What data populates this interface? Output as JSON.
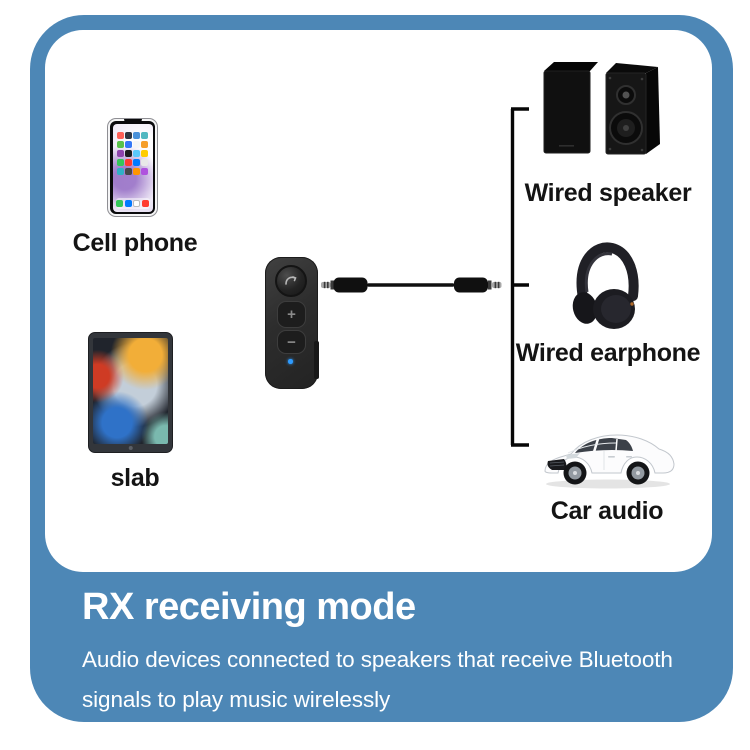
{
  "frame": {
    "accent_color": "#4d87b6"
  },
  "sources": {
    "cell_phone_label": "Cell phone",
    "tablet_label": "slab"
  },
  "receiver": {
    "volume_up": "+",
    "volume_down": "−",
    "led_color": "#2e9bff"
  },
  "outputs": {
    "speaker_label": "Wired speaker",
    "earphone_label": "Wired earphone",
    "car_label": "Car audio"
  },
  "caption": {
    "title": "RX receiving mode",
    "line1": "Audio devices connected to speakers that receive Bluetooth",
    "line2": "signals to play music wirelessly"
  }
}
